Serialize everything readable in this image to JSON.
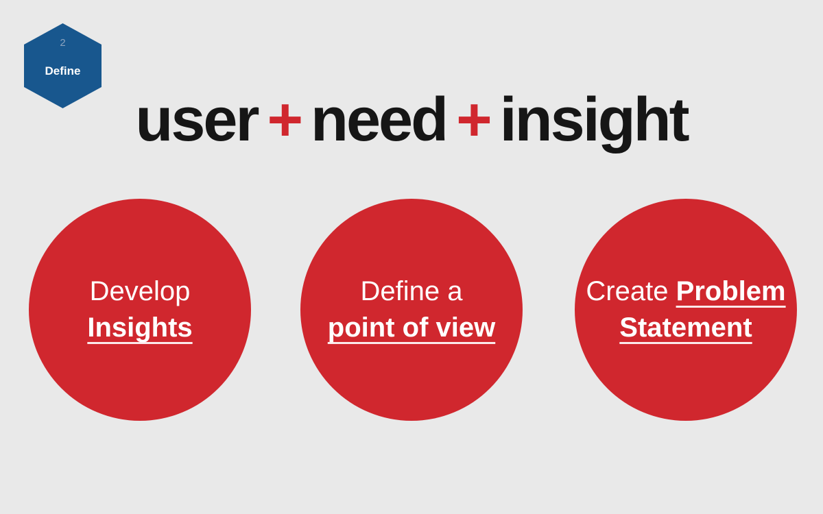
{
  "colors": {
    "background": "#e9e9e9",
    "accent_red": "#d0272e",
    "badge_blue": "#18578e",
    "title_text": "#161616",
    "circle_text": "#ffffff",
    "badge_number_text": "#8ba3bf"
  },
  "badge": {
    "number": "2",
    "label": "Define"
  },
  "title": {
    "word1": "user",
    "plus1": "+",
    "word2": "need",
    "plus2": "+",
    "word3": "insight"
  },
  "circles": [
    {
      "line1": {
        "regular": "Develop"
      },
      "line2": {
        "emphasis": "Insights"
      }
    },
    {
      "line1": {
        "regular": "Define a"
      },
      "line2": {
        "emphasis": "point of view"
      }
    },
    {
      "line1": {
        "regular": "Create",
        "emphasis": "Problem"
      },
      "line2": {
        "emphasis": "Statement"
      }
    }
  ]
}
